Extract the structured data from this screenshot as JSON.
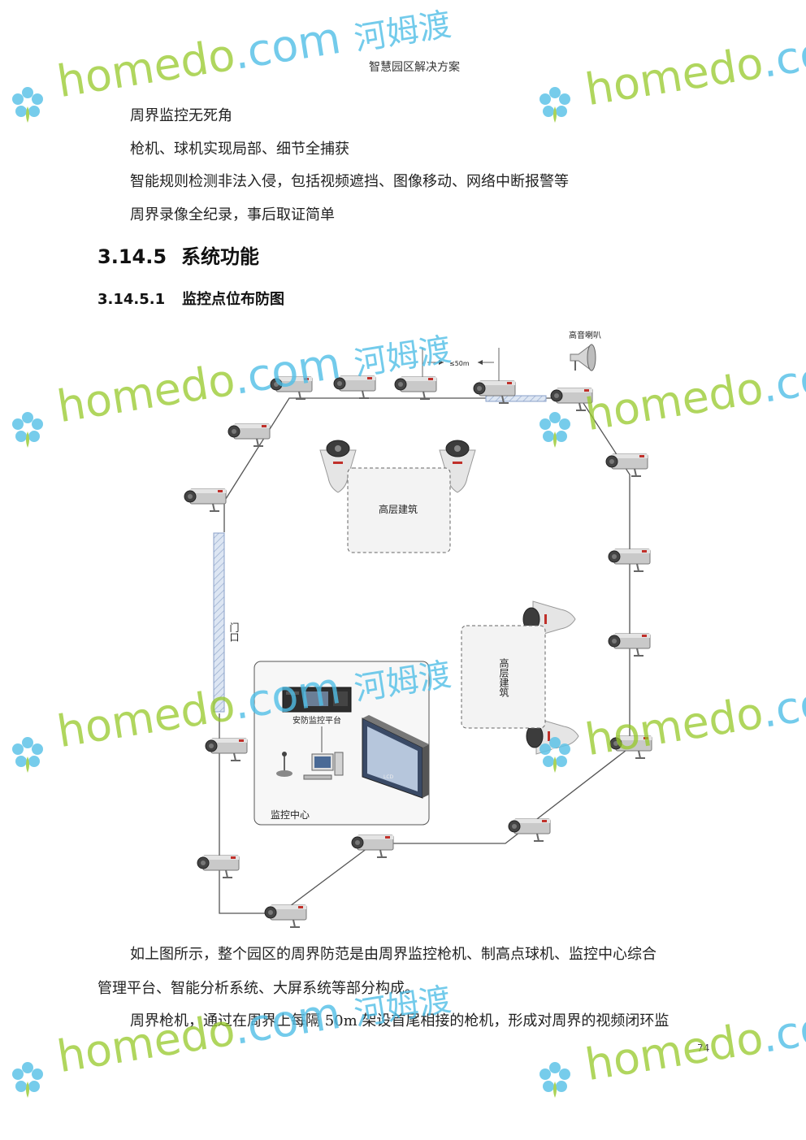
{
  "header": {
    "title": "智慧园区解决方案"
  },
  "bullets": [
    "周界监控无死角",
    "枪机、球机实现局部、细节全捕获",
    "智能规则检测非法入侵，包括视频遮挡、图像移动、网络中断报警等",
    "周界录像全纪录，事后取证简单"
  ],
  "section": {
    "number": "3.14.5",
    "title": "系统功能"
  },
  "subsection": {
    "number": "3.14.5.1",
    "title": "监控点位布防图"
  },
  "diagram": {
    "speaker_label": "高音喇叭",
    "distance_label": "≤50m",
    "building_top_label": "高层建筑",
    "building_right_label": "高层建筑",
    "gate_label": "门口",
    "platform_label": "安防监控平台",
    "control_center_label": "监控中心",
    "lcd_label": "LCD",
    "colors": {
      "line": "#555555",
      "building_fill": "#f3f3f3",
      "gate_fill": "#dde6f3"
    }
  },
  "paragraphs": [
    "如上图所示，整个园区的周界防范是由周界监控枪机、制高点球机、监控中心综合",
    "管理平台、智能分析系统、大屏系统等部分构成。",
    "周界枪机，通过在周界上每隔 50m 架设首尾相接的枪机，形成对周界的视频闭环监"
  ],
  "page_number": "74",
  "watermark": {
    "brand": "homedo",
    "domain": ".com",
    "cn": "河姆渡"
  }
}
